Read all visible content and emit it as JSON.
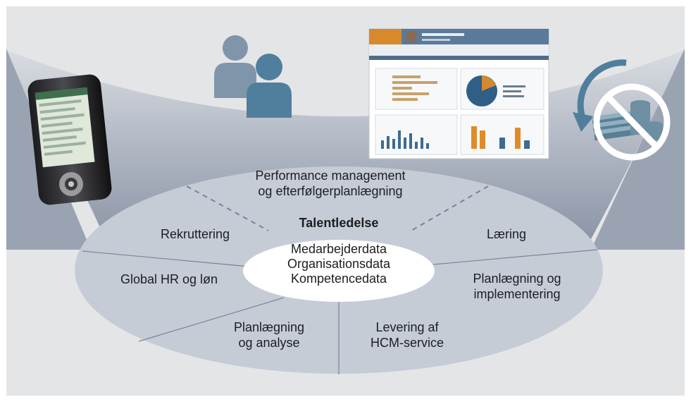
{
  "title": "Talentledelse",
  "core": {
    "lines": [
      "Medarbejderdata",
      "Organisationsdata",
      "Kompetencedata"
    ]
  },
  "segments": {
    "performance": [
      "Performance management",
      "og efterfølgerplanlægning"
    ],
    "rekruttering": "Rekruttering",
    "laering": "Læring",
    "global_hr": "Global HR og løn",
    "planlaegning_impl": [
      "Planlægning og",
      "implementering"
    ],
    "planlaegning_analyse": [
      "Planlægning",
      "og analyse"
    ],
    "levering": [
      "Levering af",
      "HCM-service"
    ]
  },
  "icons": {
    "phone": "mobile-phone-icon",
    "people": "people-icon",
    "dashboard": "dashboard-screenshot",
    "cost": "cost-reduction-icon"
  },
  "colors": {
    "background": "#e4e5e7",
    "disc": "#c6ccd6",
    "funnel": "#9aa3b2",
    "core": "#ffffff",
    "accent": "#4f7f9c"
  }
}
